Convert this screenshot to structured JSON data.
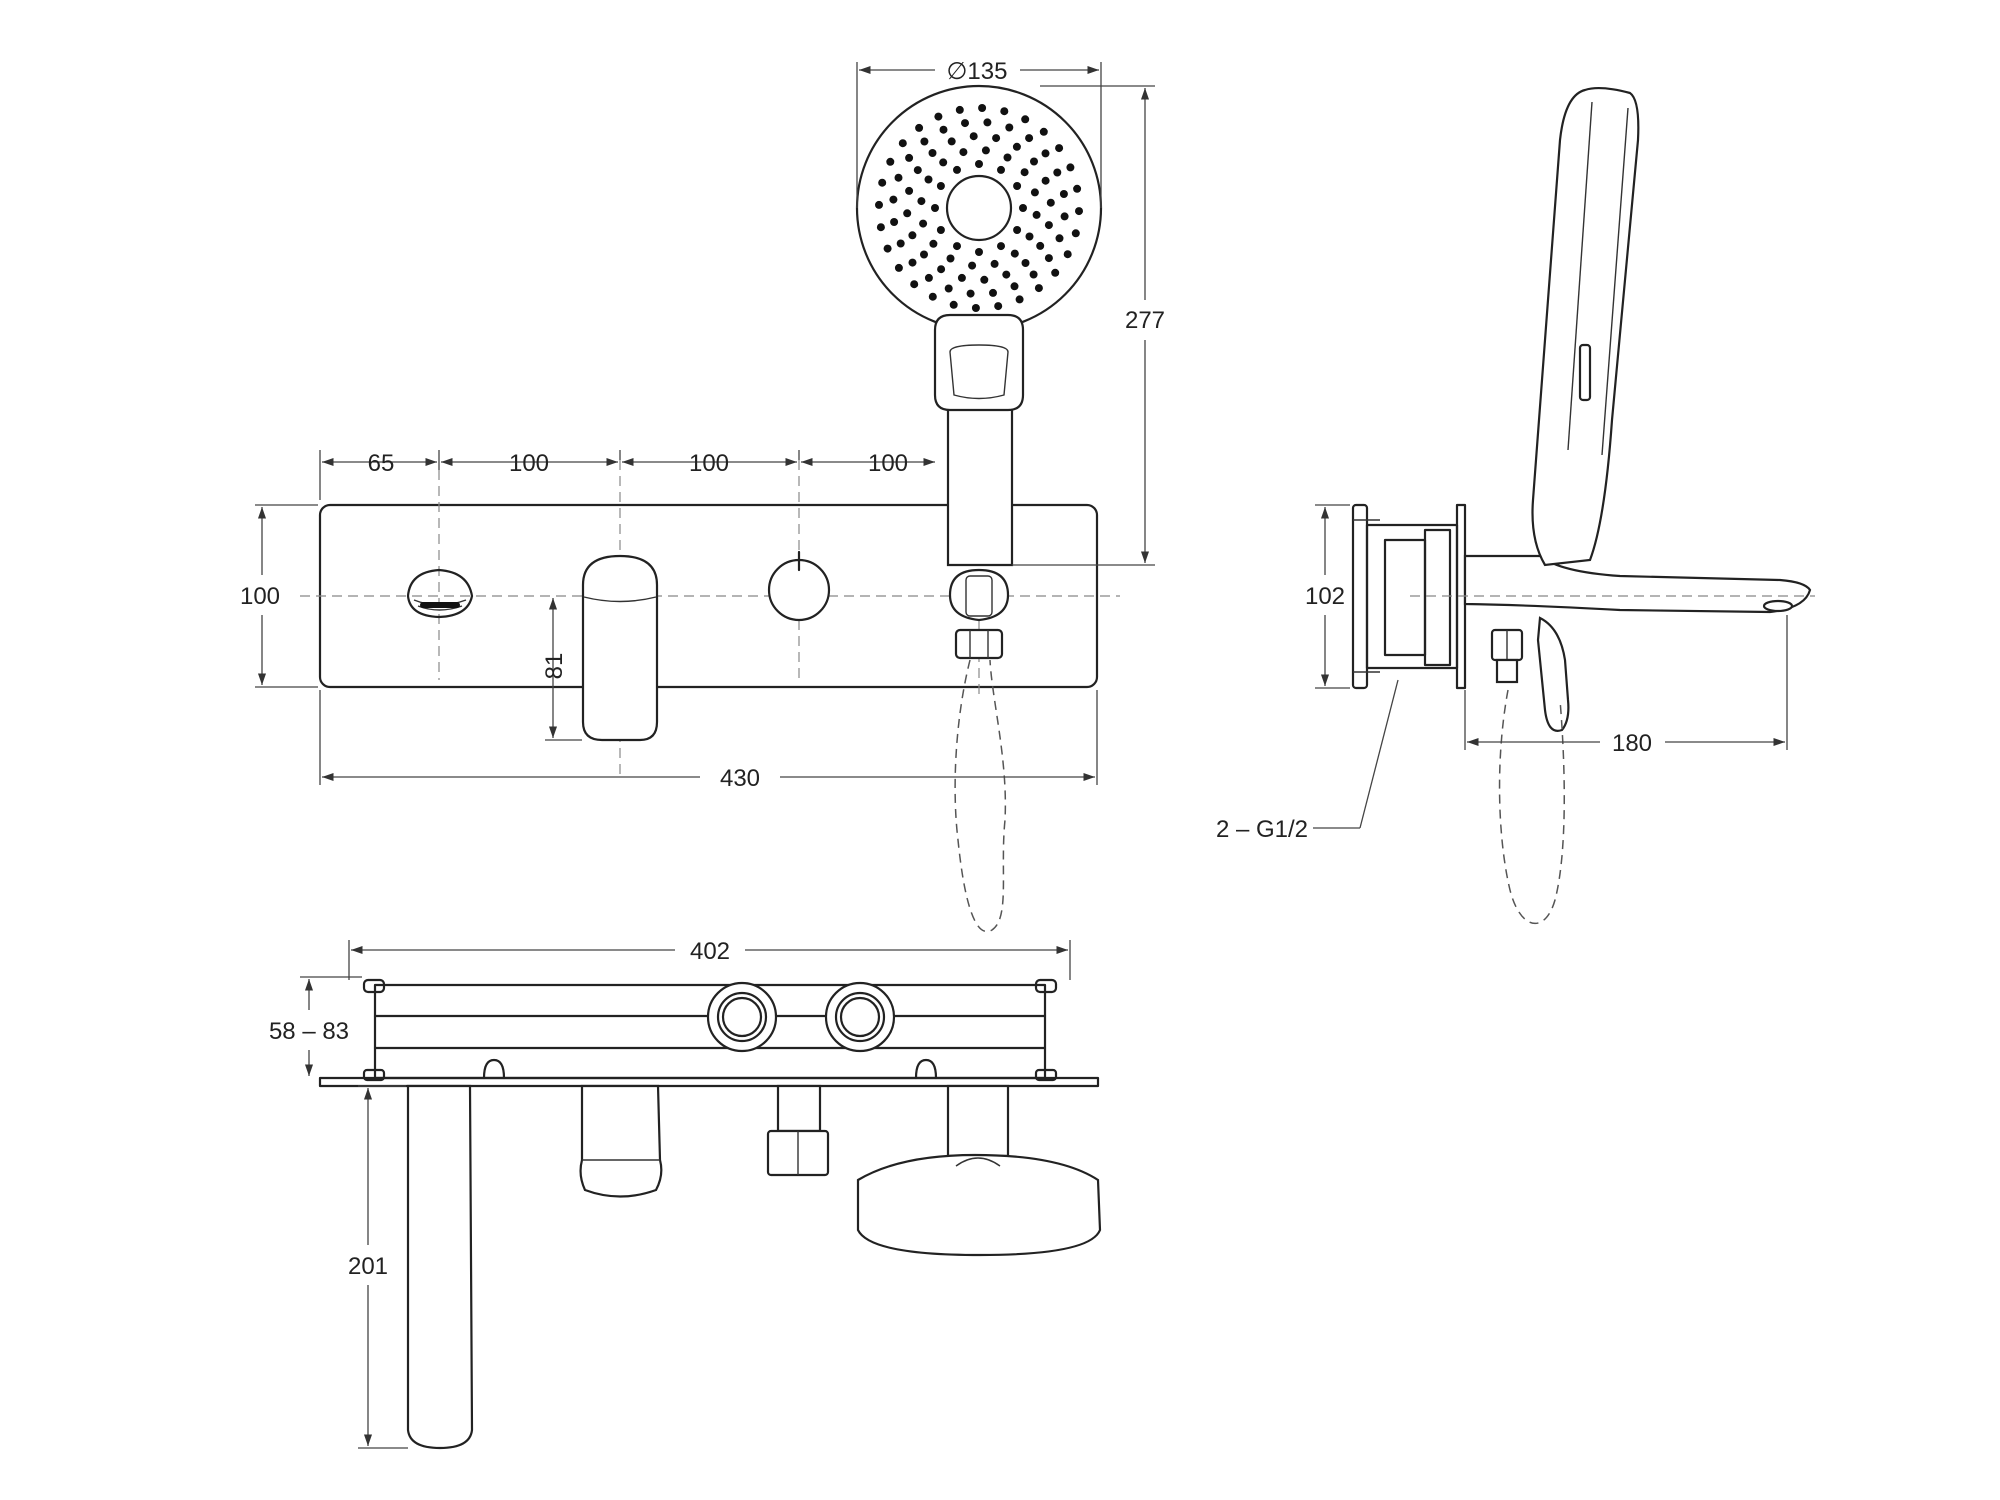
{
  "dimensions": {
    "shower_head_diameter": "∅135",
    "handset_height": "277",
    "spacing_65": "65",
    "spacing_100_a": "100",
    "spacing_100_b": "100",
    "spacing_100_c": "100",
    "plate_height": "100",
    "lever_height": "81",
    "plate_width": "430",
    "side_depth": "102",
    "spout_projection": "180",
    "connections": "2 – G1/2",
    "box_width": "402",
    "box_depth_range": "58 – 83",
    "spout_length": "201"
  }
}
